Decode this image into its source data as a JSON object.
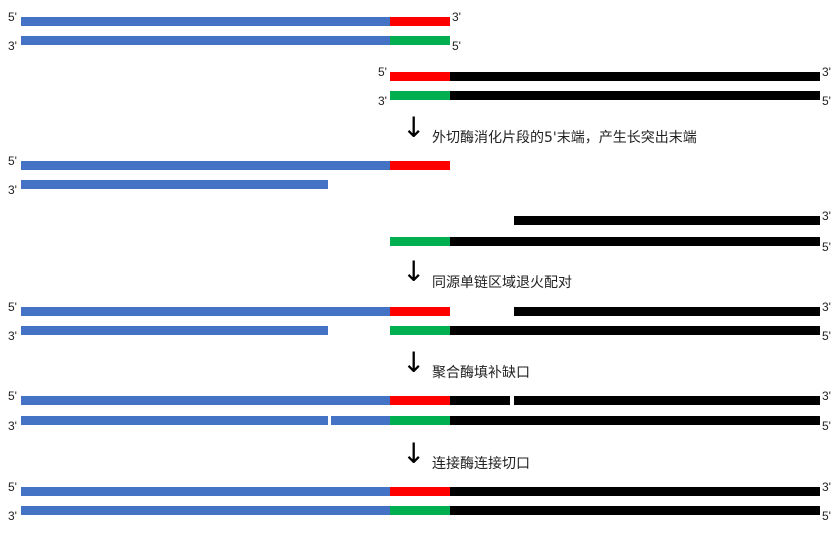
{
  "colors": {
    "blue": "#4472C4",
    "red": "#FF0000",
    "green": "#00B050",
    "black": "#000000"
  },
  "labels": {
    "five_prime": "5'",
    "three_prime": "3'"
  },
  "steps": [
    {
      "arrow": "↓",
      "text": "外切酶消化片段的5'末端，产生长突出末端"
    },
    {
      "arrow": "↓",
      "text": "同源单链区域退火配对"
    },
    {
      "arrow": "↓",
      "text": "聚合酶填补缺口"
    },
    {
      "arrow": "↓",
      "text": "连接酶连接切口"
    }
  ],
  "stages": [
    {
      "name": "initial-fragments",
      "description": "Fragment A (blue + red/green overlap) and Fragment B (red/green overlap + black)"
    },
    {
      "name": "exonuclease-digested",
      "description": "5' ends chewed back producing 3' overhangs"
    },
    {
      "name": "annealed",
      "description": "Homologous single-strand regions anneal"
    },
    {
      "name": "polymerase-filled",
      "description": "Gaps filled, nicks remain"
    },
    {
      "name": "ligated",
      "description": "Nicks sealed, continuous double strand"
    }
  ]
}
